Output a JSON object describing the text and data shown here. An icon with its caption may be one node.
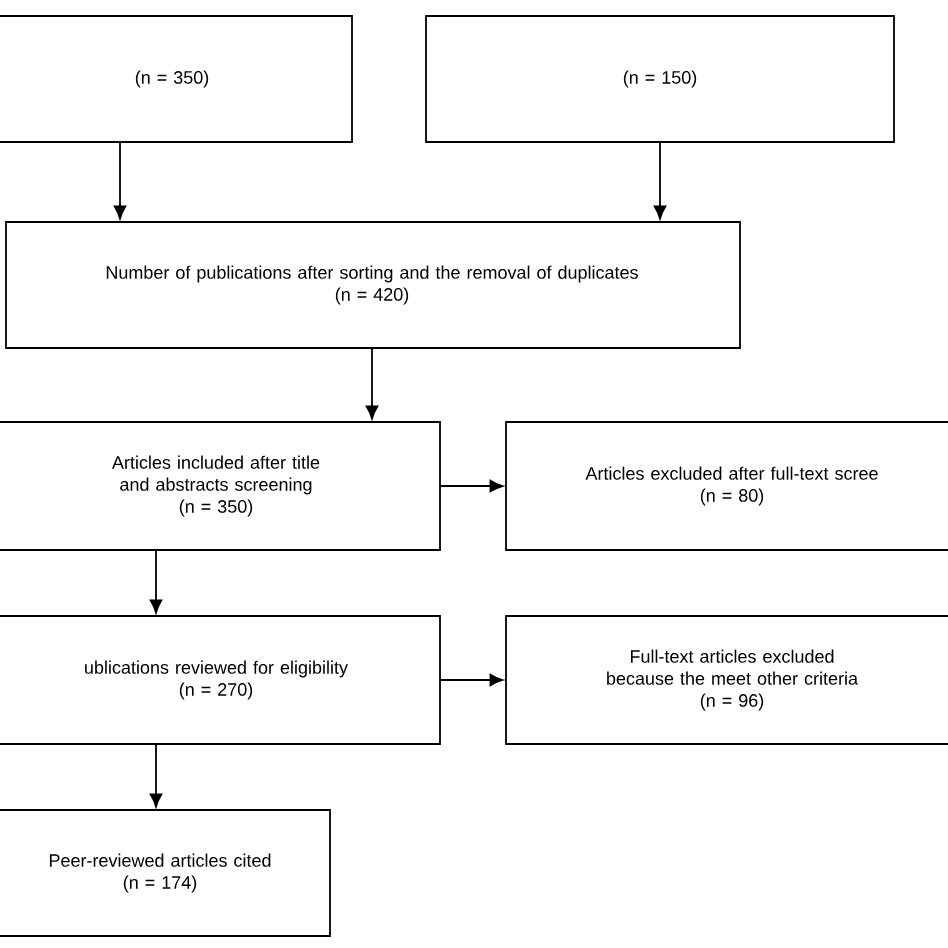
{
  "diagram": {
    "nodes": [
      {
        "text": [
          "(n = 350)"
        ]
      },
      {
        "text": [
          "(n = 150)"
        ]
      },
      {
        "text": [
          "Number of publications after sorting and the removal of duplicates",
          "(n = 420)"
        ]
      },
      {
        "text": [
          "Articles included after title and abstracts screening",
          "(n = 350)"
        ]
      },
      {
        "text": [
          "Articles excluded after full-text scree",
          "(n = 80)"
        ]
      },
      {
        "text": [
          "ublications reviewed for eligibility",
          "(n = 270)"
        ]
      },
      {
        "text": [
          "Full-text articles excluded because the meet other criteria",
          "(n = 96)"
        ]
      },
      {
        "text": [
          "Peer-reviewed articles cited",
          "(n = 174)"
        ]
      }
    ],
    "edges": [
      {
        "from": 0,
        "to": 2,
        "arrow": "to"
      },
      {
        "from": 1,
        "to": 2,
        "arrow": "to"
      },
      {
        "from": 2,
        "to": 3,
        "arrow": "to"
      },
      {
        "from": 3,
        "to": 4,
        "arrow": "to"
      },
      {
        "from": 3,
        "to": 5,
        "arrow": "to"
      },
      {
        "from": 5,
        "to": 6,
        "arrow": "to"
      },
      {
        "from": 5,
        "to": 7,
        "arrow": "to"
      }
    ]
  }
}
